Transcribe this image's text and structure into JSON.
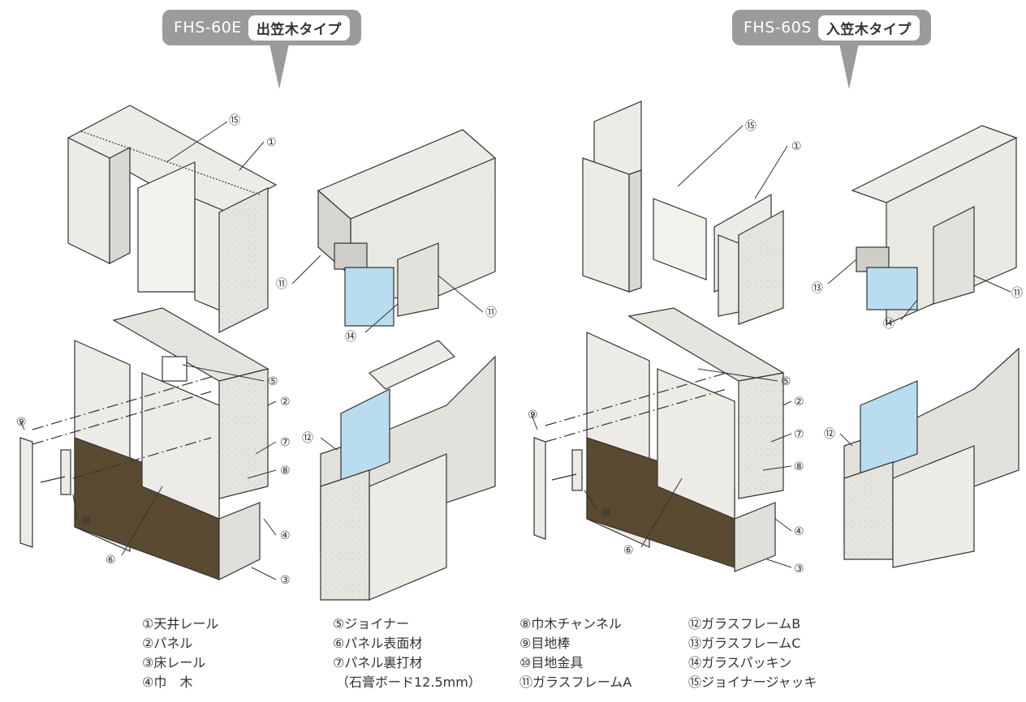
{
  "badges": {
    "left": {
      "model": "FHS-60E",
      "type": "出笠木タイプ"
    },
    "right": {
      "model": "FHS-60S",
      "type": "入笠木タイプ"
    }
  },
  "legend": {
    "col1": [
      "①天井レール",
      "②パネル",
      "③床レール",
      "④巾　木"
    ],
    "col2": [
      "⑤ジョイナー",
      "⑥パネル表面材",
      "⑦パネル裏打材",
      "（石膏ボード12.5mm）"
    ],
    "col3": [
      "⑧巾木チャンネル",
      "⑨目地棒",
      "⑩目地金具",
      "⑪ガラスフレームA"
    ],
    "col4": [
      "⑫ガラスフレームB",
      "⑬ガラスフレームC",
      "⑭ガラスパッキン",
      "⑮ジョイナージャッキ"
    ]
  },
  "callouts": {
    "c1": "①",
    "c2": "②",
    "c3": "③",
    "c4": "④",
    "c5": "⑤",
    "c6": "⑥",
    "c7": "⑦",
    "c8": "⑧",
    "c9": "⑨",
    "c10": "⑩",
    "c11": "⑪",
    "c12": "⑫",
    "c13": "⑬",
    "c14": "⑭",
    "c15": "⑮"
  },
  "colors": {
    "panel": "#ecebe6",
    "panel_side": "#d9d8d2",
    "stone": "#e3e1db",
    "skirting": "#5a4a32",
    "glass": "#b9dcef",
    "badge": "#9b9b9b",
    "line": "#333333"
  }
}
